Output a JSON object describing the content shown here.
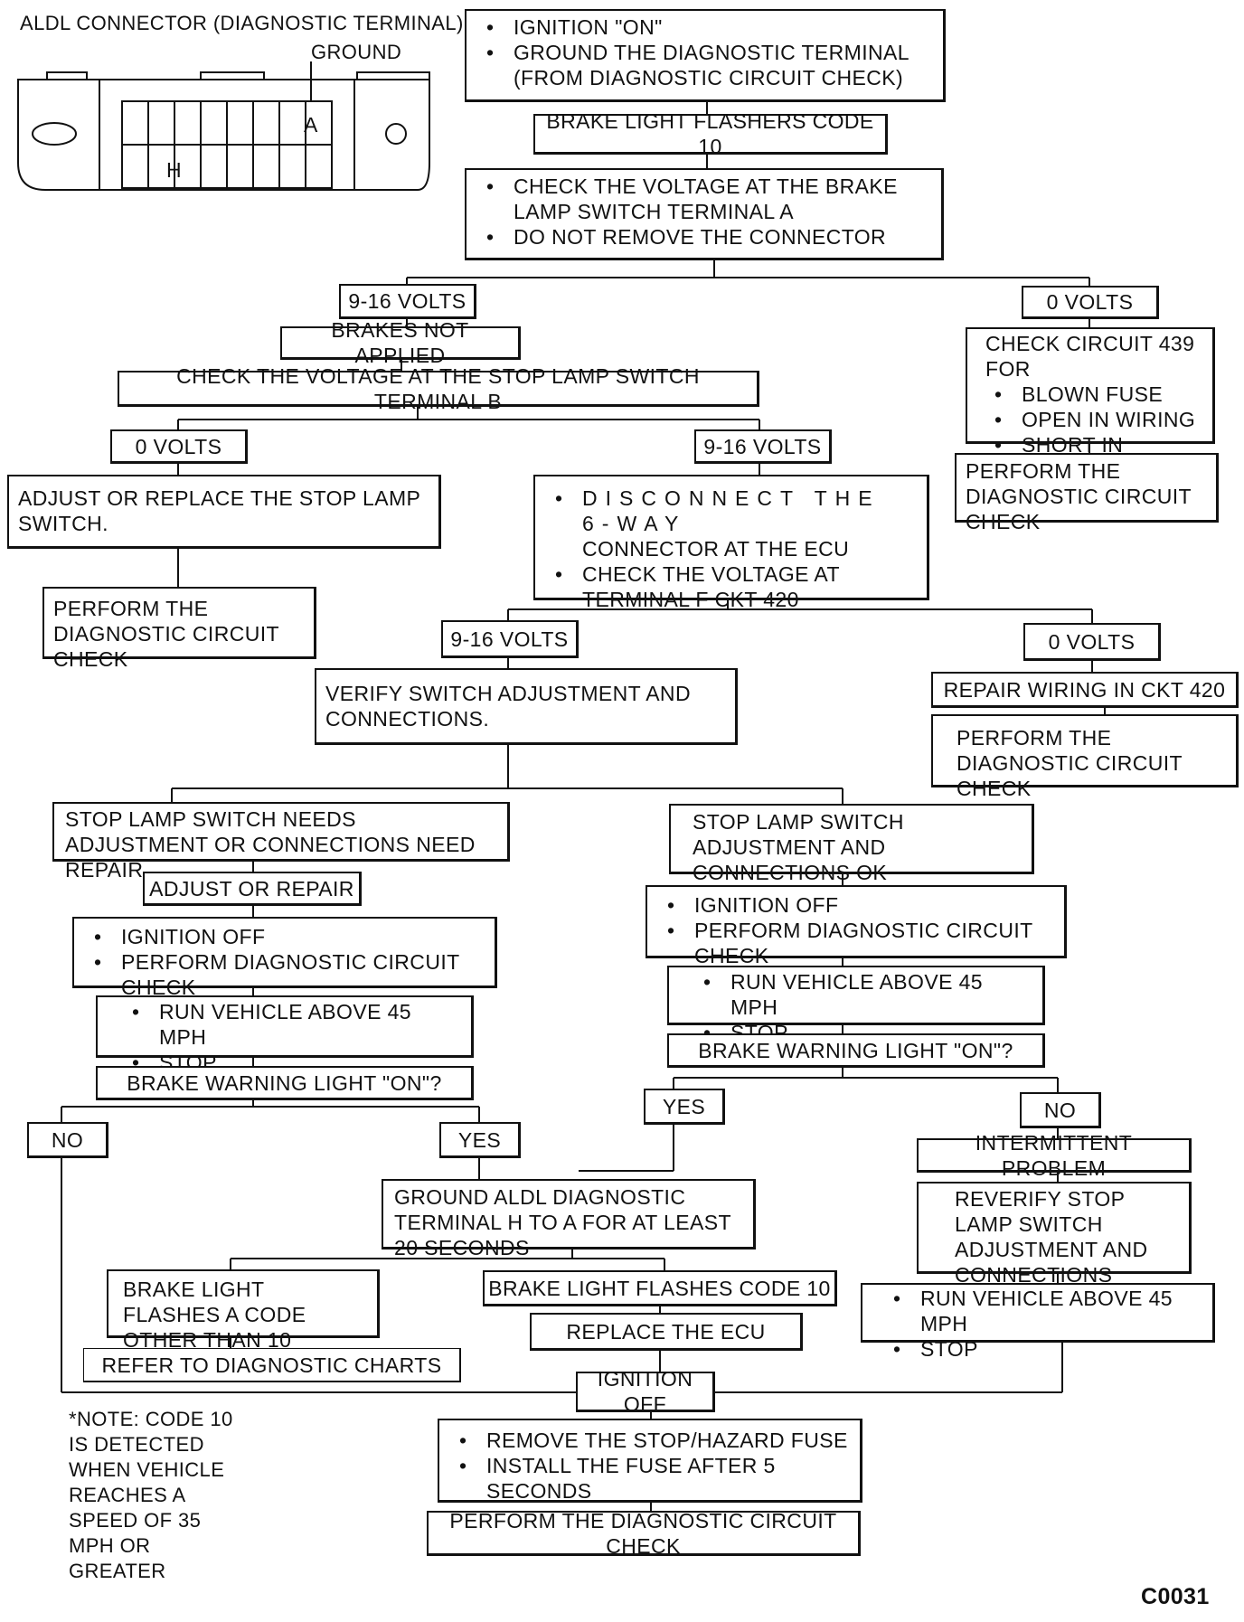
{
  "connector": {
    "title": "ALDL CONNECTOR (DIAGNOSTIC TERMINAL)",
    "ground_label": "GROUND",
    "pin_a": "A",
    "pin_h": "H"
  },
  "steps": {
    "start": [
      "IGNITION \"ON\"",
      "GROUND THE DIAGNOSTIC TERMINAL (FROM DIAGNOSTIC CIRCUIT CHECK)"
    ],
    "code10": "BRAKE LIGHT FLASHERS CODE 10",
    "check_a": [
      "CHECK THE VOLTAGE AT THE BRAKE LAMP SWITCH TERMINAL A",
      "DO NOT REMOVE THE CONNECTOR"
    ],
    "v916_a": "9-16 VOLTS",
    "brakes_not_applied": "BRAKES NOT APPLIED",
    "check_b": "CHECK THE VOLTAGE AT THE STOP LAMP SWITCH TERMINAL B",
    "v0_a": "0 VOLTS",
    "check_439_title": "CHECK CIRCUIT 439 FOR",
    "check_439_items": [
      "BLOWN FUSE",
      "OPEN IN WIRING",
      "SHORT IN WIRING"
    ],
    "perform_dcc_1": "PERFORM THE DIAGNOSTIC CIRCUIT CHECK",
    "v0_b": "0 VOLTS",
    "adjust_replace": "ADJUST OR REPLACE THE STOP LAMP SWITCH.",
    "perform_dcc_2": "PERFORM THE DIAGNOSTIC CIRCUIT CHECK",
    "v916_b": "9-16 VOLTS",
    "disconnect_1": "DISCONNECT THE 6-WAY",
    "disconnect_2": "CONNECTOR AT THE ECU",
    "check_f": "CHECK THE VOLTAGE AT TERMINAL F CKT 420",
    "v916_c": "9-16 VOLTS",
    "v0_c": "0 VOLTS",
    "verify_switch": "VERIFY SWITCH ADJUSTMENT AND CONNECTIONS.",
    "repair_420": "REPAIR WIRING IN CKT 420",
    "perform_dcc_3": "PERFORM THE DIAGNOSTIC CIRCUIT CHECK",
    "needs_adjust": "STOP LAMP SWITCH NEEDS ADJUSTMENT OR CONNECTIONS NEED REPAIR",
    "switch_ok": "STOP LAMP SWITCH ADJUSTMENT AND CONNECTIONS OK",
    "adjust_repair": "ADJUST OR REPAIR",
    "ign_off_left": [
      "IGNITION OFF",
      "PERFORM DIAGNOSTIC CIRCUIT CHECK"
    ],
    "ign_off_right": [
      "IGNITION OFF",
      "PERFORM DIAGNOSTIC CIRCUIT CHECK"
    ],
    "run_left": [
      "RUN VEHICLE ABOVE 45 MPH",
      "STOP"
    ],
    "run_right": [
      "RUN VEHICLE ABOVE 45 MPH",
      "STOP"
    ],
    "warning_left": "BRAKE WARNING LIGHT \"ON\"?",
    "warning_right": "BRAKE WARNING LIGHT \"ON\"?",
    "no_left": "NO",
    "yes_left": "YES",
    "yes_right": "YES",
    "no_right": "NO",
    "intermittent": "INTERMITTENT PROBLEM",
    "reverify": "REVERIFY STOP LAMP SWITCH ADJUSTMENT AND CONNECTIONS",
    "run_final": [
      "RUN VEHICLE ABOVE 45 MPH",
      "STOP"
    ],
    "ground_aldl": "GROUND ALDL DIAGNOSTIC TERMINAL H TO A FOR AT LEAST 20 SECONDS",
    "flashes_other": "BRAKE LIGHT FLASHES A CODE OTHER THAN 10",
    "flashes_10": "BRAKE LIGHT FLASHES CODE 10",
    "refer": "REFER TO DIAGNOSTIC CHARTS",
    "replace_ecu": "REPLACE THE ECU",
    "ign_off_final": "IGNITION OFF",
    "fuse": [
      "REMOVE THE STOP/HAZARD FUSE",
      "INSTALL THE FUSE AFTER 5 SECONDS"
    ],
    "perform_final": "PERFORM THE DIAGNOSTIC CIRCUIT CHECK"
  },
  "note": "*NOTE: CODE 10 IS DETECTED WHEN VEHICLE REACHES A SPEED OF 35 MPH OR GREATER",
  "figure_id": "C0031"
}
